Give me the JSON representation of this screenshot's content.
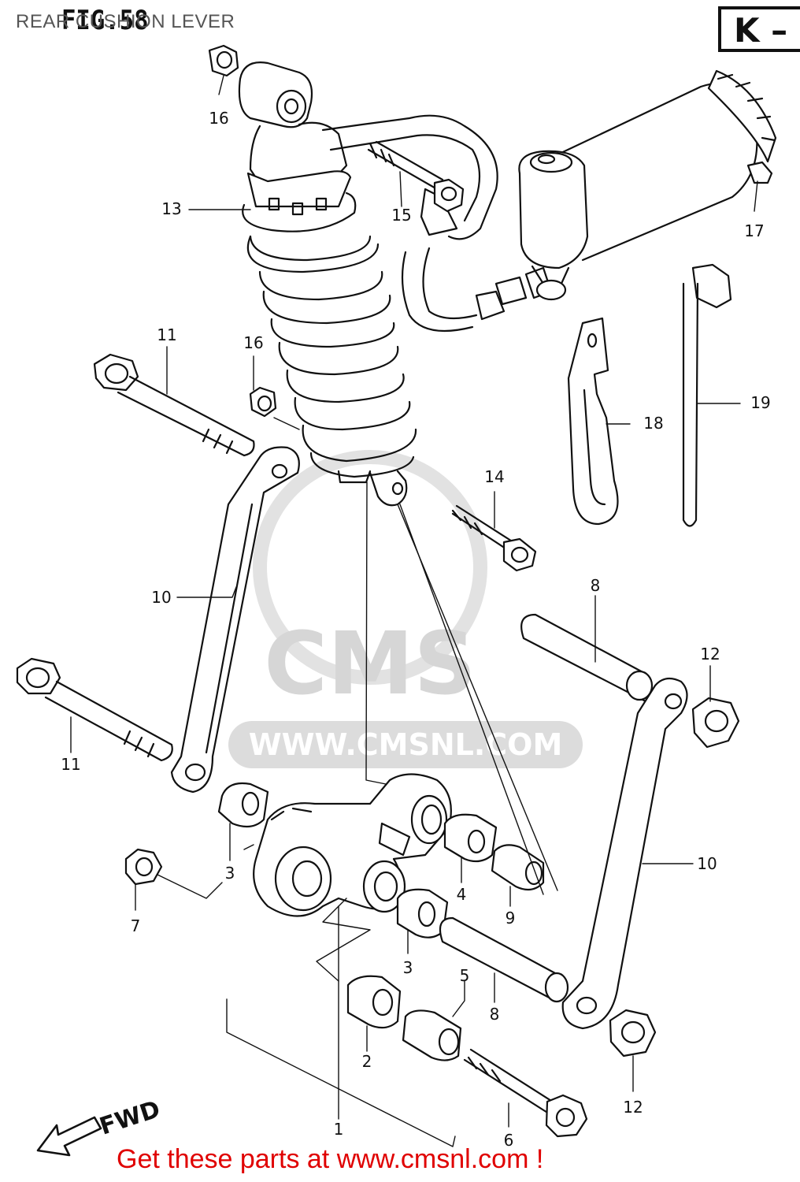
{
  "header": {
    "title": "REAR CUSHION LEVER",
    "figure": "FIG.58",
    "key_box": "K –"
  },
  "watermark": {
    "brand": "CMS",
    "url": "WWW.CMSNL.COM"
  },
  "direction": {
    "label": "FWD"
  },
  "callouts": [
    {
      "id": "c16a",
      "label": "16"
    },
    {
      "id": "c13",
      "label": "13"
    },
    {
      "id": "c15",
      "label": "15"
    },
    {
      "id": "c17",
      "label": "17"
    },
    {
      "id": "c11a",
      "label": "11"
    },
    {
      "id": "c16b",
      "label": "16"
    },
    {
      "id": "c18",
      "label": "18"
    },
    {
      "id": "c19",
      "label": "19"
    },
    {
      "id": "c14",
      "label": "14"
    },
    {
      "id": "c10a",
      "label": "10"
    },
    {
      "id": "c8a",
      "label": "8"
    },
    {
      "id": "c12a",
      "label": "12"
    },
    {
      "id": "c11b",
      "label": "11"
    },
    {
      "id": "c3a",
      "label": "3"
    },
    {
      "id": "c7",
      "label": "7"
    },
    {
      "id": "c4",
      "label": "4"
    },
    {
      "id": "c9",
      "label": "9"
    },
    {
      "id": "c10b",
      "label": "10"
    },
    {
      "id": "c3b",
      "label": "3"
    },
    {
      "id": "c5",
      "label": "5"
    },
    {
      "id": "c8b",
      "label": "8"
    },
    {
      "id": "c2",
      "label": "2"
    },
    {
      "id": "c12b",
      "label": "12"
    },
    {
      "id": "c1",
      "label": "1"
    },
    {
      "id": "c6",
      "label": "6"
    }
  ],
  "footer": {
    "text": "Get these parts at www.cmsnl.com !"
  },
  "colors": {
    "line": "#111111",
    "footer": "#e00000",
    "watermark": "#d6d6d6"
  }
}
